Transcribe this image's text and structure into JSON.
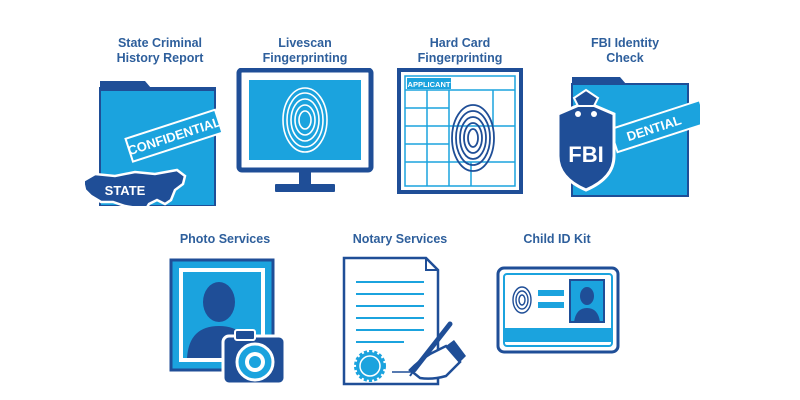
{
  "services": [
    {
      "label": "State Criminal\nHistory Report",
      "icon": "folder-state-icon",
      "stamp": "CONFIDENTIAL",
      "badge": "STATE"
    },
    {
      "label": "Livescan\nFingerprinting",
      "icon": "monitor-fingerprint-icon"
    },
    {
      "label": "Hard Card\nFingerprinting",
      "icon": "fingerprint-card-icon",
      "card_header": "APPLICANT"
    },
    {
      "label": "FBI Identity\nCheck",
      "icon": "fbi-folder-icon",
      "stamp": "DENTIAL",
      "badge": "FBI"
    },
    {
      "label": "Photo Services",
      "icon": "portrait-camera-icon"
    },
    {
      "label": "Notary Services",
      "icon": "notary-document-icon"
    },
    {
      "label": "Child ID Kit",
      "icon": "id-card-icon"
    }
  ],
  "colors": {
    "light_blue": "#1ba3de",
    "dark_blue": "#1f4e97",
    "label_blue": "#2e5f9c"
  }
}
